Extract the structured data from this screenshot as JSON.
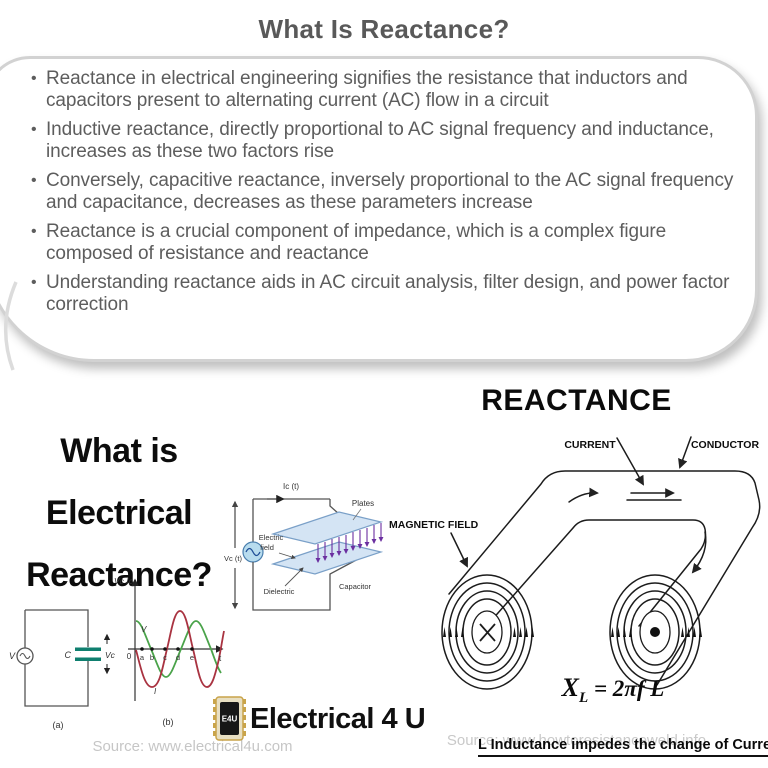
{
  "page": {
    "title": "What Is Reactance?"
  },
  "bubble": {
    "bullet_glyph": "•",
    "bullets": [
      "Reactance in electrical engineering signifies the resistance that inductors and capacitors present to alternating current (AC) flow in a circuit",
      "Inductive reactance, directly proportional to AC signal frequency and inductance, increases as these two factors rise",
      "Conversely, capacitive reactance, inversely proportional to the AC signal frequency and capacitance, decreases as these parameters increase",
      "Reactance is a crucial component of impedance, which is a complex figure composed of resistance and reactance",
      "Understanding reactance aids in AC circuit analysis, filter design, and power factor correction"
    ]
  },
  "left_figure": {
    "heading_line1": "What is Electrical",
    "heading_line2": "Reactance?",
    "capacitor_diagram": {
      "current_label": "Ic (t)",
      "voltage_label": "Vc (t)",
      "plates_label": "Plates",
      "electric_label": "Electric",
      "field_label": "field",
      "dielectric_label": "Dielectric",
      "capacitor_label": "Capacitor"
    },
    "circuit_diagram": {
      "source_label": "V",
      "capacitor_label": "C",
      "voltage_label": "Vc",
      "caption": "(a)"
    },
    "waveform_diagram": {
      "axis_label": "Vc Ic",
      "origin_label": "0",
      "time_label": "t",
      "points": [
        "a",
        "b",
        "c",
        "d",
        "e"
      ],
      "voltage_curve_label": "V",
      "current_curve_label": "I",
      "caption": "(b)"
    },
    "logo": {
      "chip_text": "E4U",
      "name": "Electrical 4 U"
    },
    "source": "Source: www.electrical4u.com"
  },
  "right_figure": {
    "title": "REACTANCE",
    "current_label": "CURRENT",
    "conductor_label": "CONDUCTOR",
    "magnetic_field_label": "MAGNETIC FIELD",
    "formula": {
      "base": "X",
      "sub": "L",
      "rest": " = 2πf L"
    },
    "source": "Source: www.howtoresistanceweld.info",
    "caption": "L Inductance impedes the change of Current"
  },
  "colors": {
    "body-text": "#5d5d5d",
    "bubble-border": "#d2d2d2",
    "green-curve": "#4aa34a",
    "red-curve": "#a93341",
    "cap-teal": "#0f7f6f",
    "plate-blue": "#d4e4f4",
    "arrow-purple": "#6b2fa0",
    "chip-gold": "#c9a44a",
    "source-gray": "#c6c6c6"
  }
}
